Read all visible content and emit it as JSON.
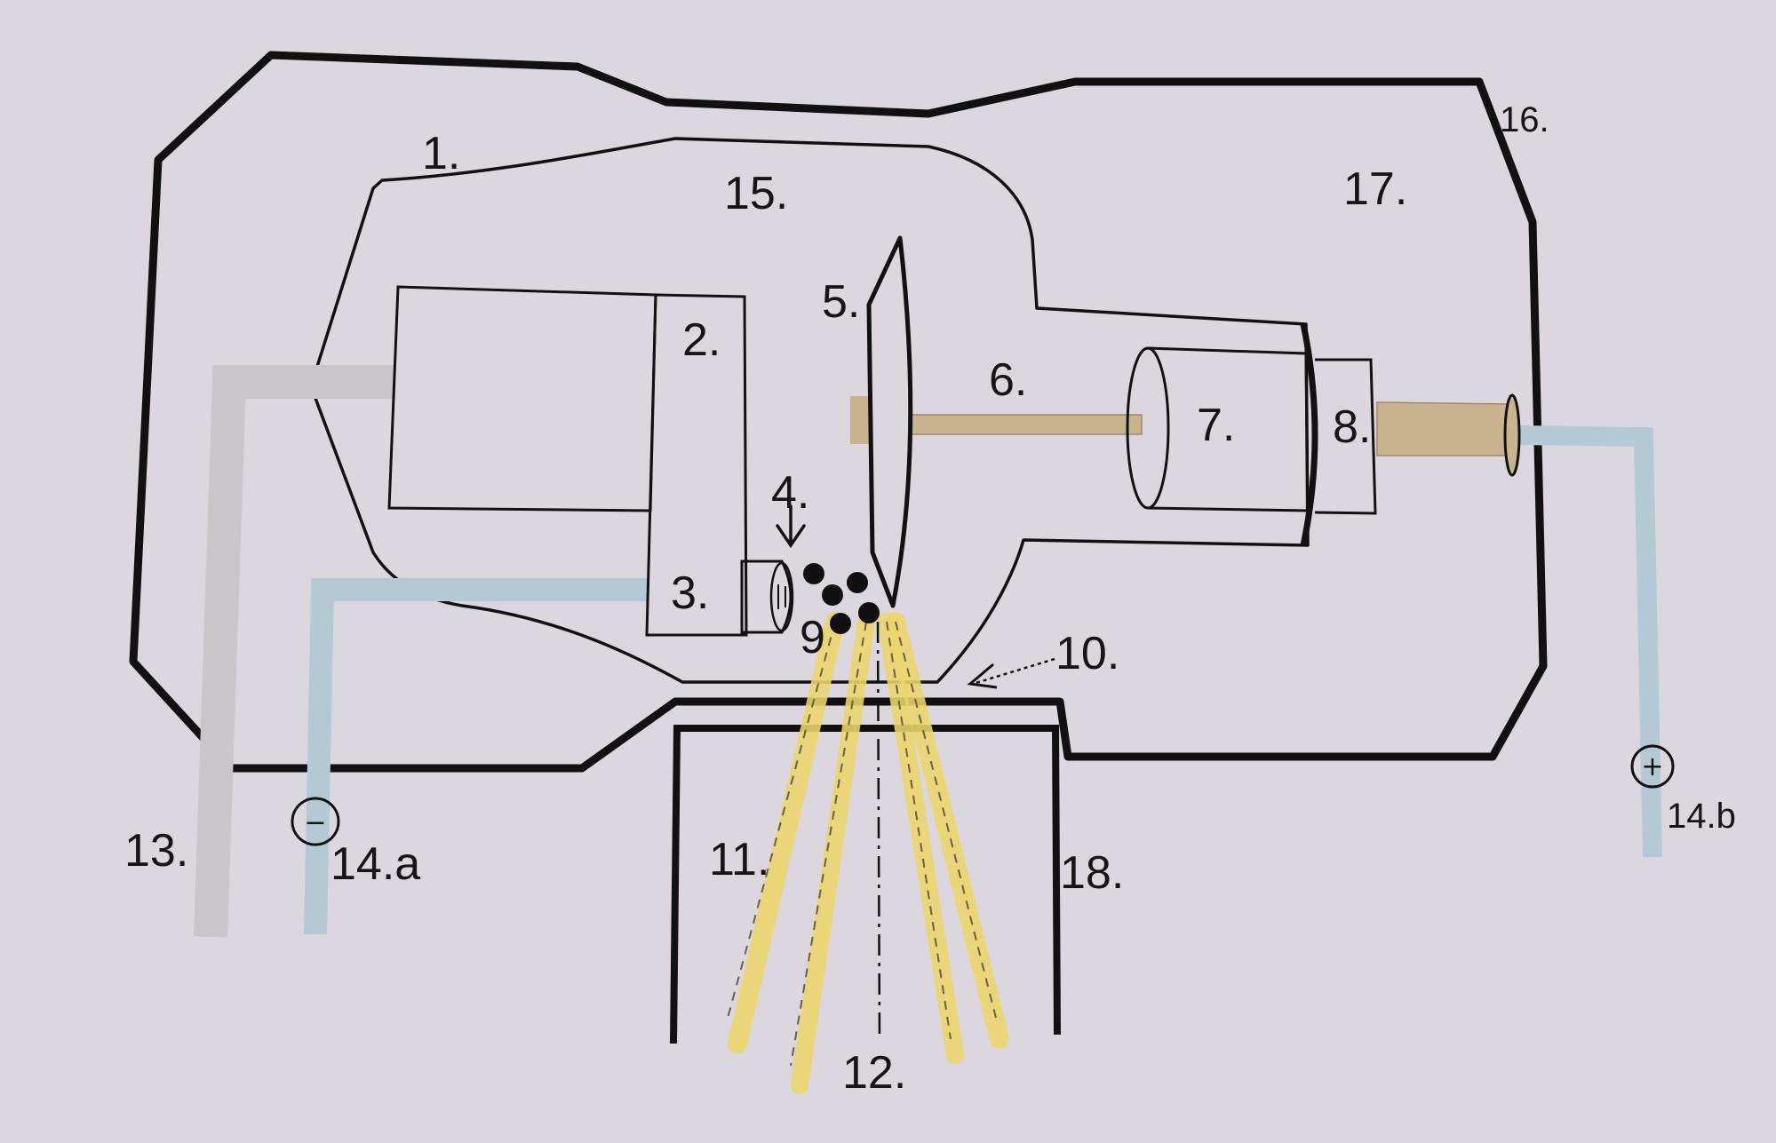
{
  "diagram": {
    "labels": {
      "l1": "1.",
      "l2": "2.",
      "l3": "3.",
      "l4": "4.",
      "l5": "5.",
      "l6": "6.",
      "l7": "7.",
      "l8": "8.",
      "l9": "9",
      "l10": "10.",
      "l11": "11.",
      "l12": "12.",
      "l13": "13.",
      "l14a": "14.a",
      "l14b": "14.b",
      "l15": "15.",
      "l16": "16.",
      "l17": "17.",
      "l18": "18."
    },
    "polarity": {
      "negative": "−",
      "positive": "+"
    },
    "colors": {
      "background": "#dcd7de",
      "outline": "#111111",
      "cable_grey": "#c9c6ca",
      "cable_blue": "#b4c9d6",
      "rod_tan": "#c9b48f",
      "xray_beam": "#ecd66a"
    }
  }
}
